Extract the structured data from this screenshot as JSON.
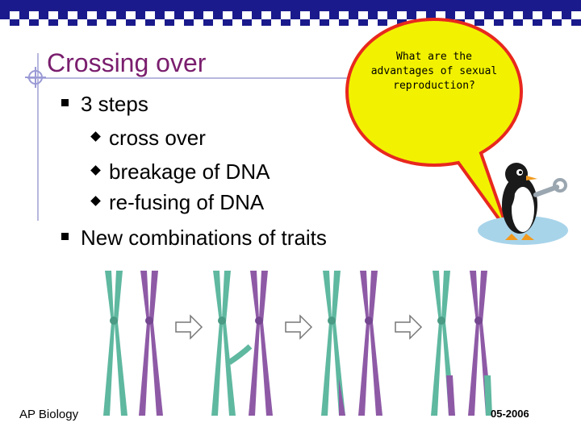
{
  "slide": {
    "title": "Crossing over",
    "bullet_1": "3 steps",
    "sub_bullets": [
      "cross over",
      "breakage of DNA",
      "re-fusing of DNA"
    ],
    "bullet_2": "New combinations of traits",
    "speech_bubble": "What are the advantages of sexual reproduction?",
    "footer_left": "AP Biology",
    "footer_right": "05-2006"
  },
  "colors": {
    "title": "#7a1e6e",
    "top_bar": "#1a1a8c",
    "bubble_fill": "#f2f200",
    "bubble_stroke": "#e8281e",
    "chromatid_green": "#5fb8a0",
    "chromatid_purple": "#8e5aa6",
    "arrow": "#ffffff"
  },
  "icons": [
    "crosshair-icon",
    "penguin-with-wrench-illustration",
    "chromosome-diagram",
    "arrow-right-icon"
  ]
}
